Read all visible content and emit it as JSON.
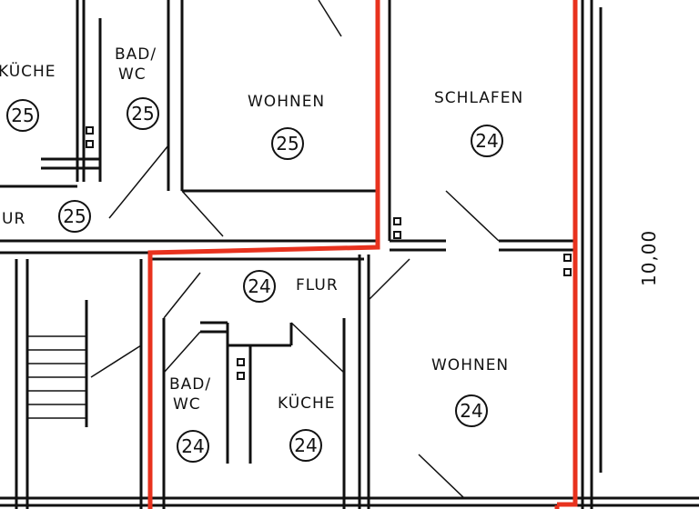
{
  "rooms": {
    "kueche_25": {
      "label": "KÜCHE",
      "number": "25"
    },
    "bad_25": {
      "label_1": "BAD/",
      "label_2": "WC",
      "number": "25"
    },
    "wohnen_25": {
      "label": "WOHNEN",
      "number": "25"
    },
    "flur_25": {
      "label": "UR",
      "number": "25"
    },
    "schlafen_24": {
      "label": "SCHLAFEN",
      "number": "24"
    },
    "flur_24": {
      "label": "FLUR",
      "number": "24"
    },
    "bad_24": {
      "label_1": "BAD/",
      "label_2": "WC",
      "number": "24"
    },
    "kueche_24": {
      "label": "KÜCHE",
      "number": "24"
    },
    "wohnen_24": {
      "label": "WOHNEN",
      "number": "24"
    }
  },
  "dimension": "10,00",
  "colors": {
    "highlight": "#e8321e",
    "walls": "#111111"
  }
}
